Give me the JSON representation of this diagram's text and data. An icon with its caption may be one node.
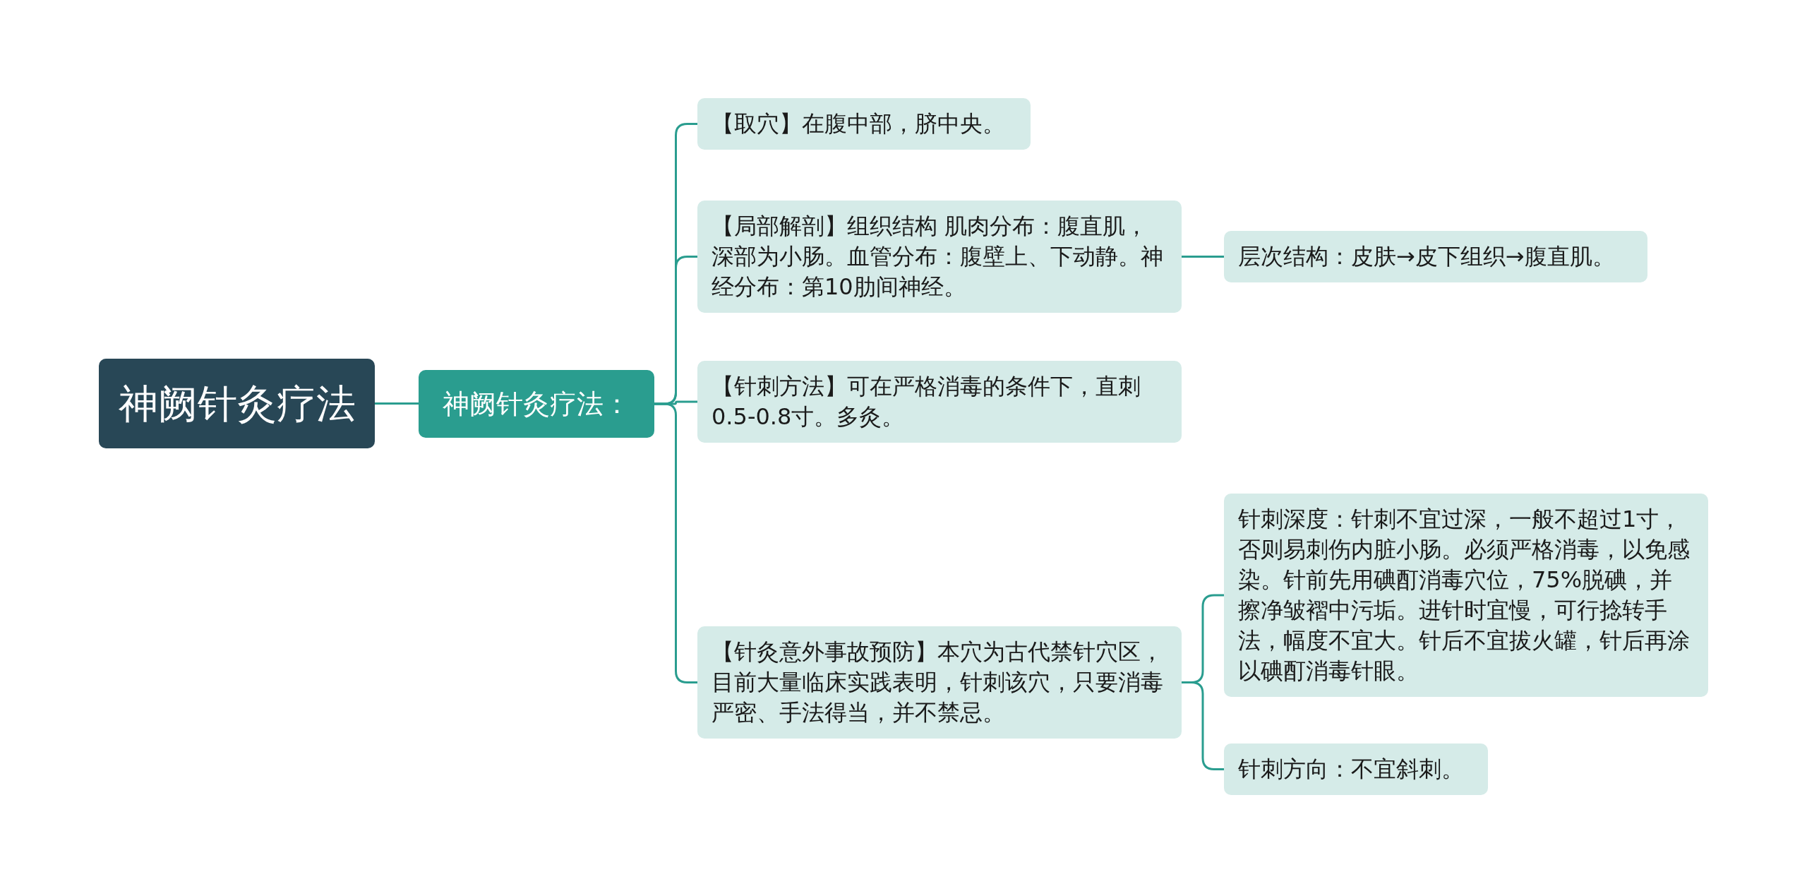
{
  "diagram": {
    "nodes": [
      {
        "text": [
          "神阙针灸疗法"
        ]
      },
      {
        "text": [
          "神阙针灸疗法："
        ]
      },
      {
        "text": [
          "【取穴】在腹中部，脐中央。"
        ]
      },
      {
        "text": [
          "【局部解剖】组织结构 肌肉分布：腹直肌，深部为小肠。血管分布：腹壁上、下动静。神经分布：第10肋间神经。"
        ]
      },
      {
        "text": [
          "层次结构：皮肤→皮下组织→腹直肌。"
        ]
      },
      {
        "text": [
          "【针刺方法】可在严格消毒的条件下，直刺0.5-0.8寸。多灸。"
        ]
      },
      {
        "text": [
          "【针灸意外事故预防】本穴为古代禁针穴区，目前大量临床实践表明，针刺该穴，只要消毒严密、手法得当，并不禁忌。"
        ]
      },
      {
        "text": [
          "针刺深度：针刺不宜过深，一般不超过1寸，否则易刺伤内脏小肠。必须严格消毒，以免感染。针前先用碘酊消毒穴位，75%脱碘，并擦净皱褶中污垢。进针时宜慢，可行捻转手法，幅度不宜大。针后不宜拔火罐，针后再涂以碘酊消毒针眼。"
        ]
      },
      {
        "text": [
          "针刺方向：不宜斜刺。"
        ]
      }
    ],
    "edges": [
      {
        "from": 0,
        "to": 1,
        "arrow": "none"
      },
      {
        "from": 1,
        "to": 2,
        "arrow": "none"
      },
      {
        "from": 1,
        "to": 3,
        "arrow": "none"
      },
      {
        "from": 1,
        "to": 5,
        "arrow": "none"
      },
      {
        "from": 1,
        "to": 6,
        "arrow": "none"
      },
      {
        "from": 3,
        "to": 4,
        "arrow": "none"
      },
      {
        "from": 6,
        "to": 7,
        "arrow": "none"
      },
      {
        "from": 6,
        "to": 8,
        "arrow": "none"
      }
    ]
  }
}
